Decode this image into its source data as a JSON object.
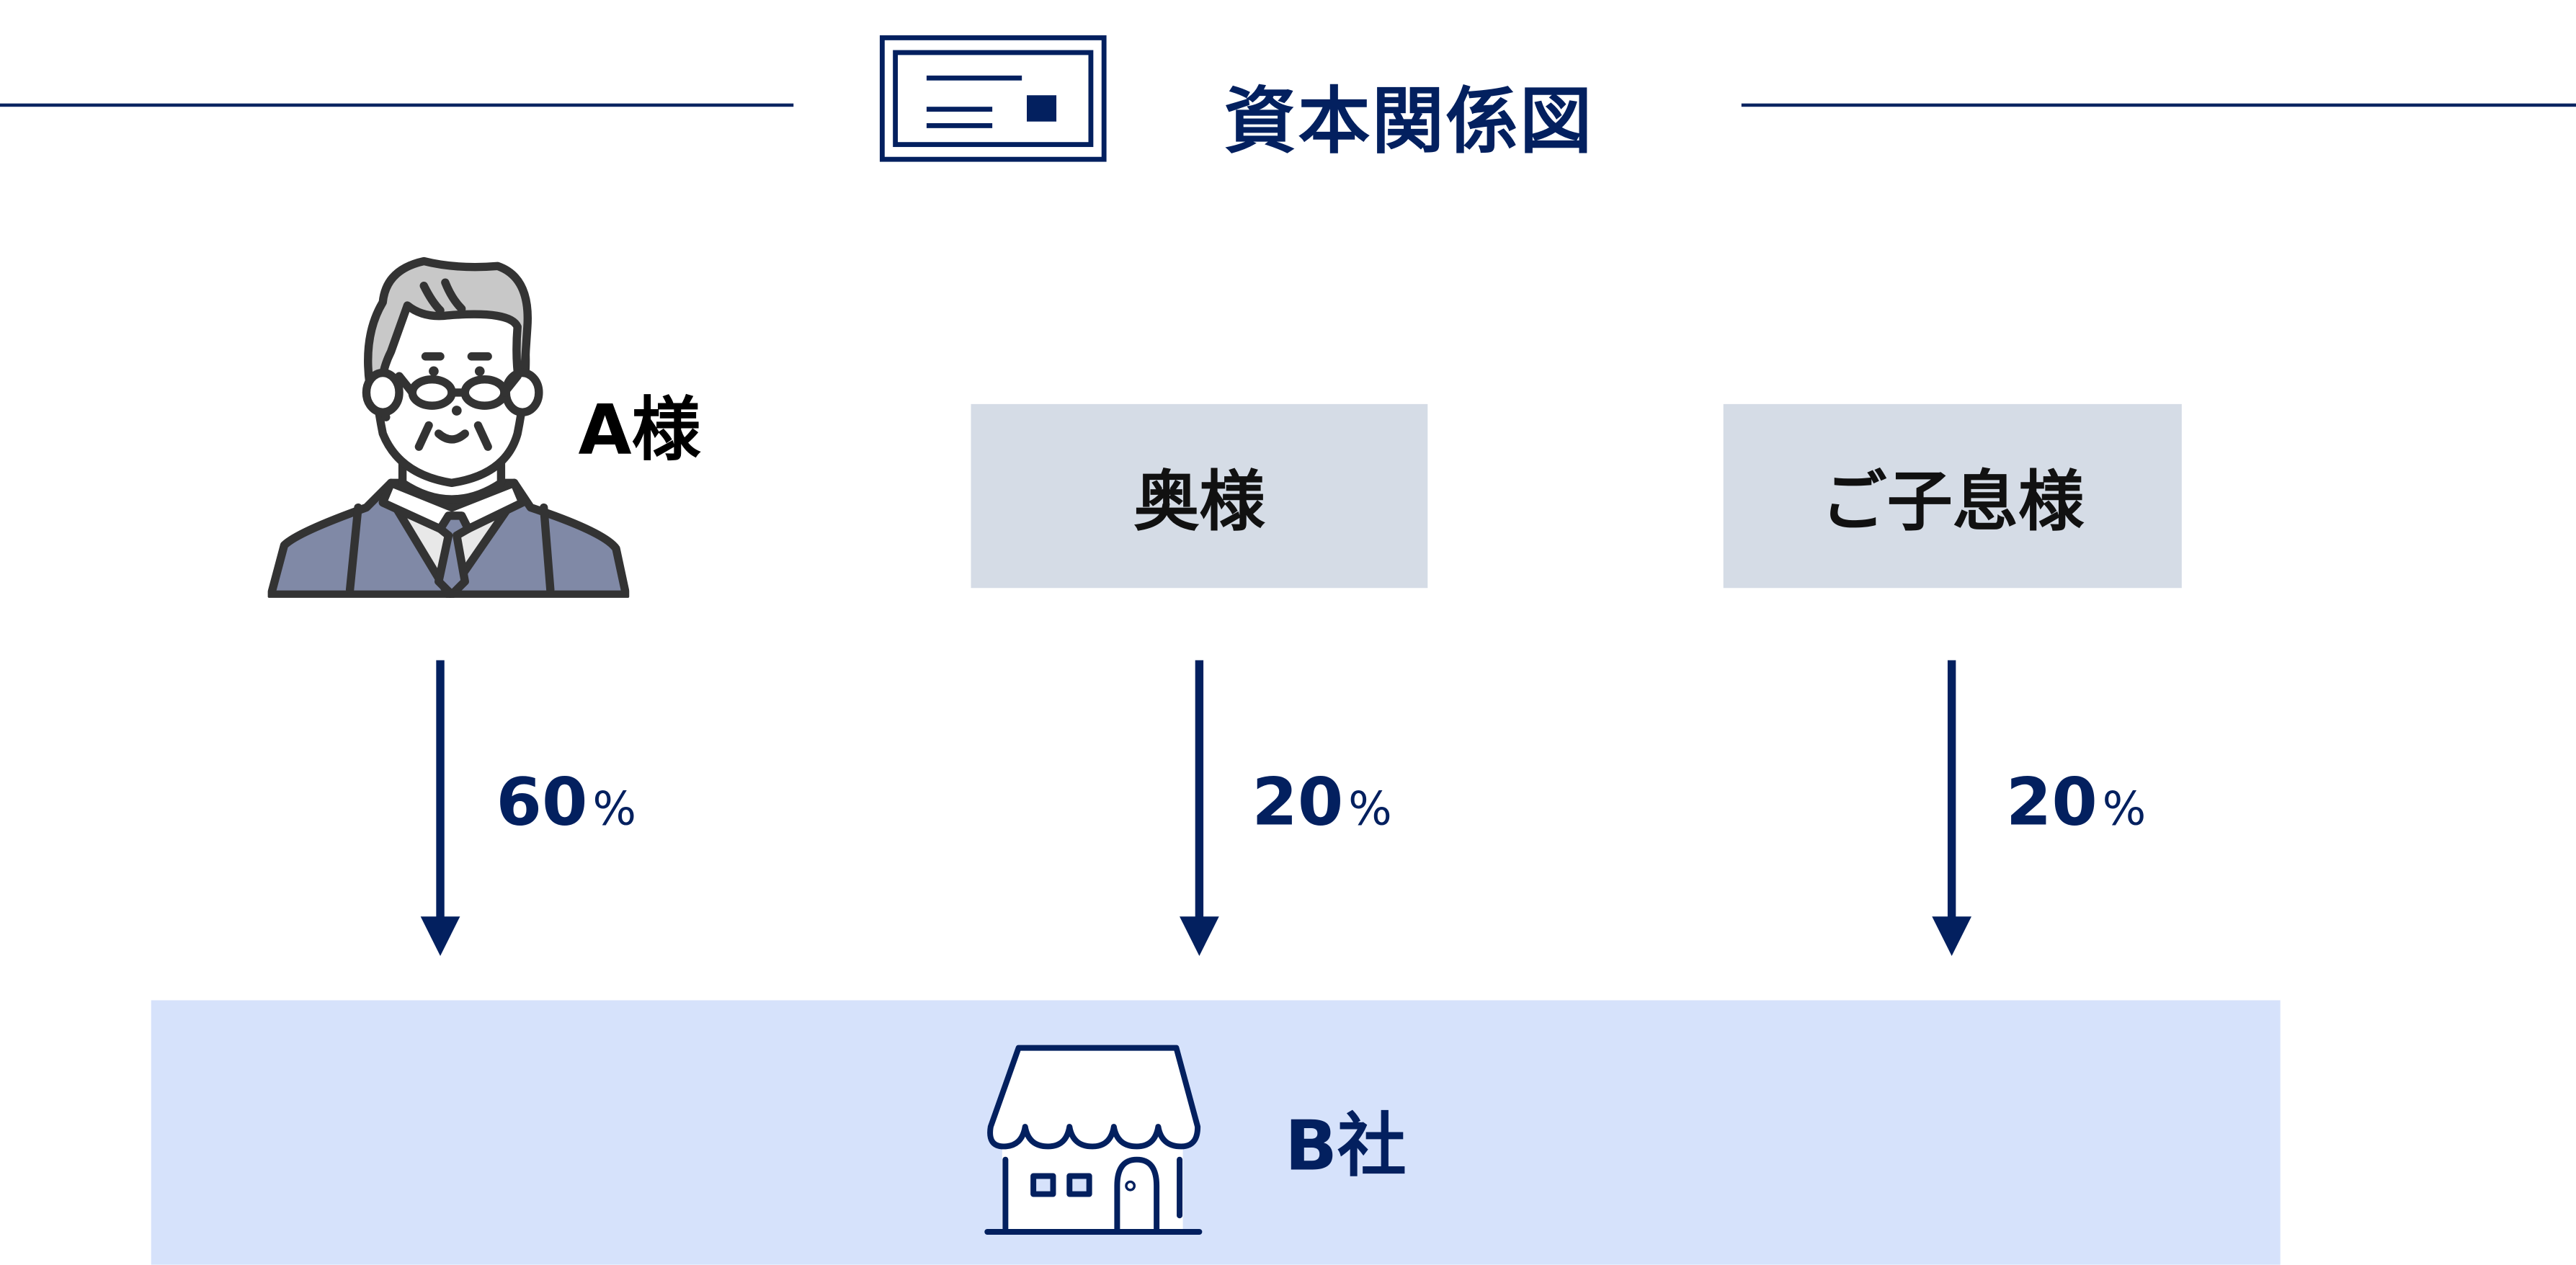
{
  "header": {
    "title": "資本関係図",
    "icon": "document-icon"
  },
  "shareholders": [
    {
      "name": "A様",
      "icon": "elderly-man-avatar",
      "share": "60",
      "unit": "%"
    },
    {
      "name": "奥様",
      "share": "20",
      "unit": "%"
    },
    {
      "name": "ご子息様",
      "share": "20",
      "unit": "%"
    }
  ],
  "company": {
    "name": "B社",
    "icon": "shop-icon"
  },
  "colors": {
    "navy": "#03205f",
    "box_gray": "#d5dce6",
    "company_bg": "#d6e2fb",
    "suit": "#8089a6"
  }
}
